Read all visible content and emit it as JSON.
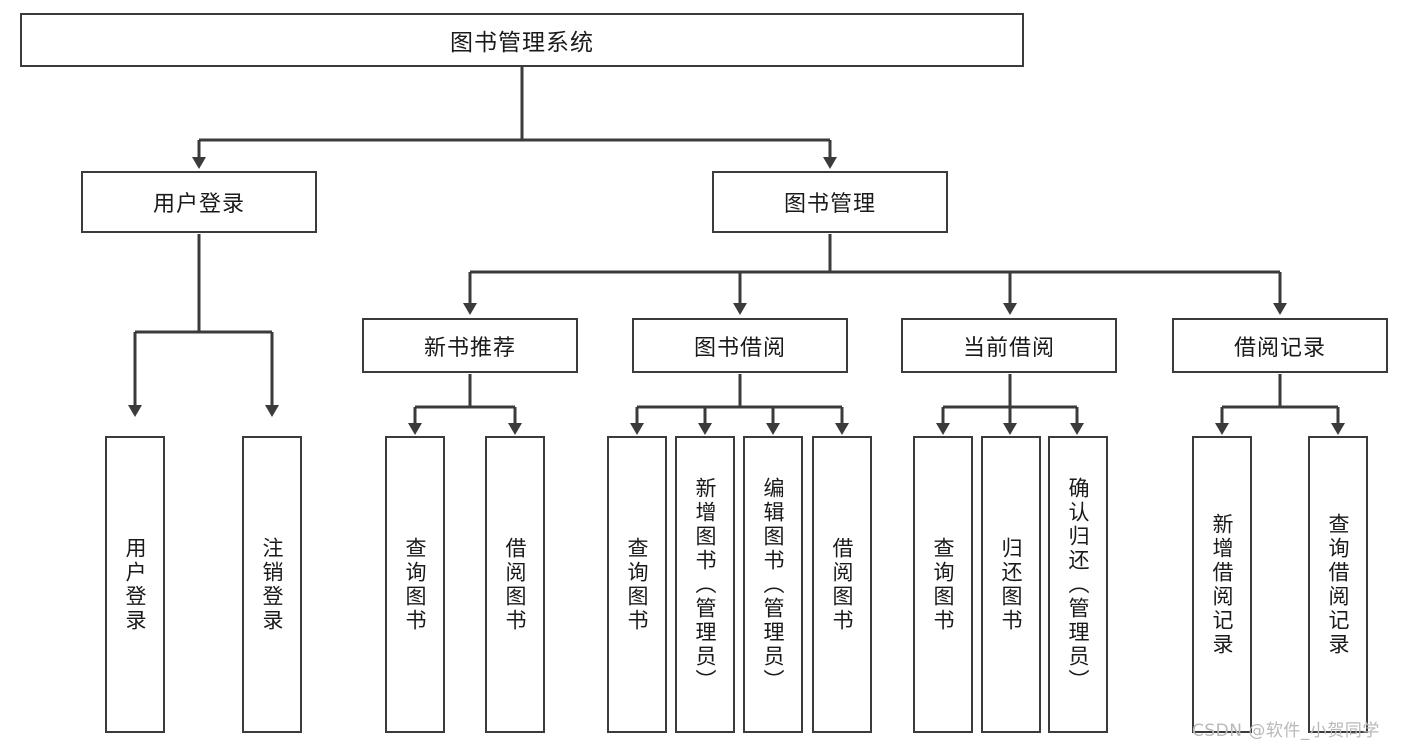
{
  "diagram": {
    "type": "hierarchy-tree",
    "title": "图书管理系统",
    "levels": {
      "root": {
        "label": "图书管理系统"
      },
      "level2": [
        {
          "id": "user-login",
          "label": "用户登录"
        },
        {
          "id": "book-manage",
          "label": "图书管理"
        }
      ],
      "level3": [
        {
          "id": "new-book-rec",
          "label": "新书推荐",
          "parent": "book-manage"
        },
        {
          "id": "book-borrow",
          "label": "图书借阅",
          "parent": "book-manage"
        },
        {
          "id": "current-borrow",
          "label": "当前借阅",
          "parent": "book-manage"
        },
        {
          "id": "borrow-record",
          "label": "借阅记录",
          "parent": "book-manage"
        }
      ],
      "level4": [
        {
          "id": "leaf-user-login",
          "label": "用户登录",
          "parent": "user-login"
        },
        {
          "id": "leaf-logout-login",
          "label": "注销登录",
          "parent": "user-login"
        },
        {
          "id": "leaf-query-book-1",
          "label": "查询图书",
          "parent": "new-book-rec"
        },
        {
          "id": "leaf-borrow-book-1",
          "label": "借阅图书",
          "parent": "new-book-rec"
        },
        {
          "id": "leaf-query-book-2",
          "label": "查询图书",
          "parent": "book-borrow"
        },
        {
          "id": "leaf-add-book",
          "label": "新增图书（管理员）",
          "parent": "book-borrow"
        },
        {
          "id": "leaf-edit-book",
          "label": "编辑图书（管理员）",
          "parent": "book-borrow"
        },
        {
          "id": "leaf-borrow-book-2",
          "label": "借阅图书",
          "parent": "book-borrow"
        },
        {
          "id": "leaf-query-book-3",
          "label": "查询图书",
          "parent": "current-borrow"
        },
        {
          "id": "leaf-return-book",
          "label": "归还图书",
          "parent": "current-borrow"
        },
        {
          "id": "leaf-confirm-return",
          "label": "确认归还（管理员）",
          "parent": "current-borrow"
        },
        {
          "id": "leaf-add-record",
          "label": "新增借阅记录",
          "parent": "borrow-record"
        },
        {
          "id": "leaf-query-record",
          "label": "查询借阅记录",
          "parent": "borrow-record"
        }
      ]
    },
    "colors": {
      "border": "#3b3b3b",
      "text": "#1a1a1a",
      "background": "#ffffff",
      "watermark": "#b9b9b9"
    }
  },
  "watermark": {
    "text": "CSDN @软件_小贺同学"
  }
}
